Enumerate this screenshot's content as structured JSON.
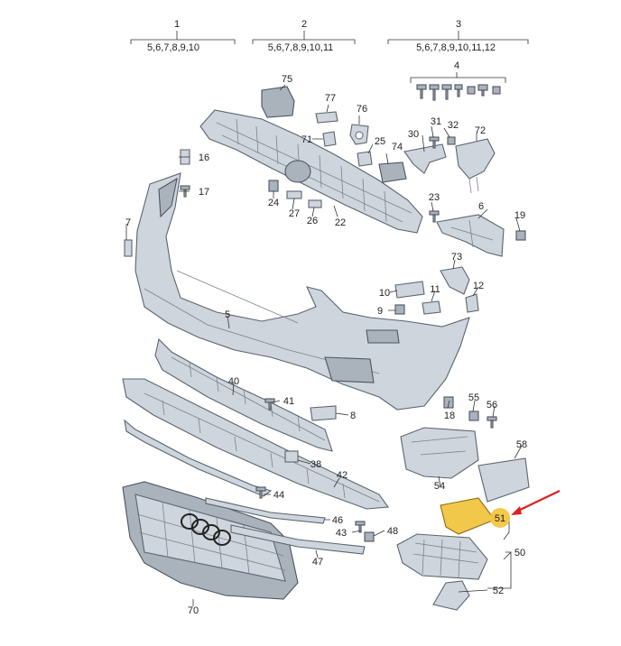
{
  "groups": [
    {
      "number": "1",
      "sub": "5,6,7,8,9,10"
    },
    {
      "number": "2",
      "sub": "5,6,7,8,9,10,11"
    },
    {
      "number": "3",
      "sub": "5,6,7,8,9,10,11,12"
    }
  ],
  "callouts": [
    "4",
    "75",
    "77",
    "76",
    "71",
    "25",
    "74",
    "31",
    "32",
    "30",
    "72",
    "16",
    "17",
    "24",
    "27",
    "26",
    "22",
    "23",
    "6",
    "19",
    "7",
    "73",
    "10",
    "11",
    "12",
    "9",
    "5",
    "40",
    "41",
    "8",
    "55",
    "56",
    "18",
    "58",
    "54",
    "38",
    "42",
    "44",
    "46",
    "51",
    "43",
    "48",
    "50",
    "47",
    "52",
    "70"
  ],
  "highlight": {
    "part": "51",
    "color": "#f5c542",
    "arrow_color": "#e02020"
  }
}
